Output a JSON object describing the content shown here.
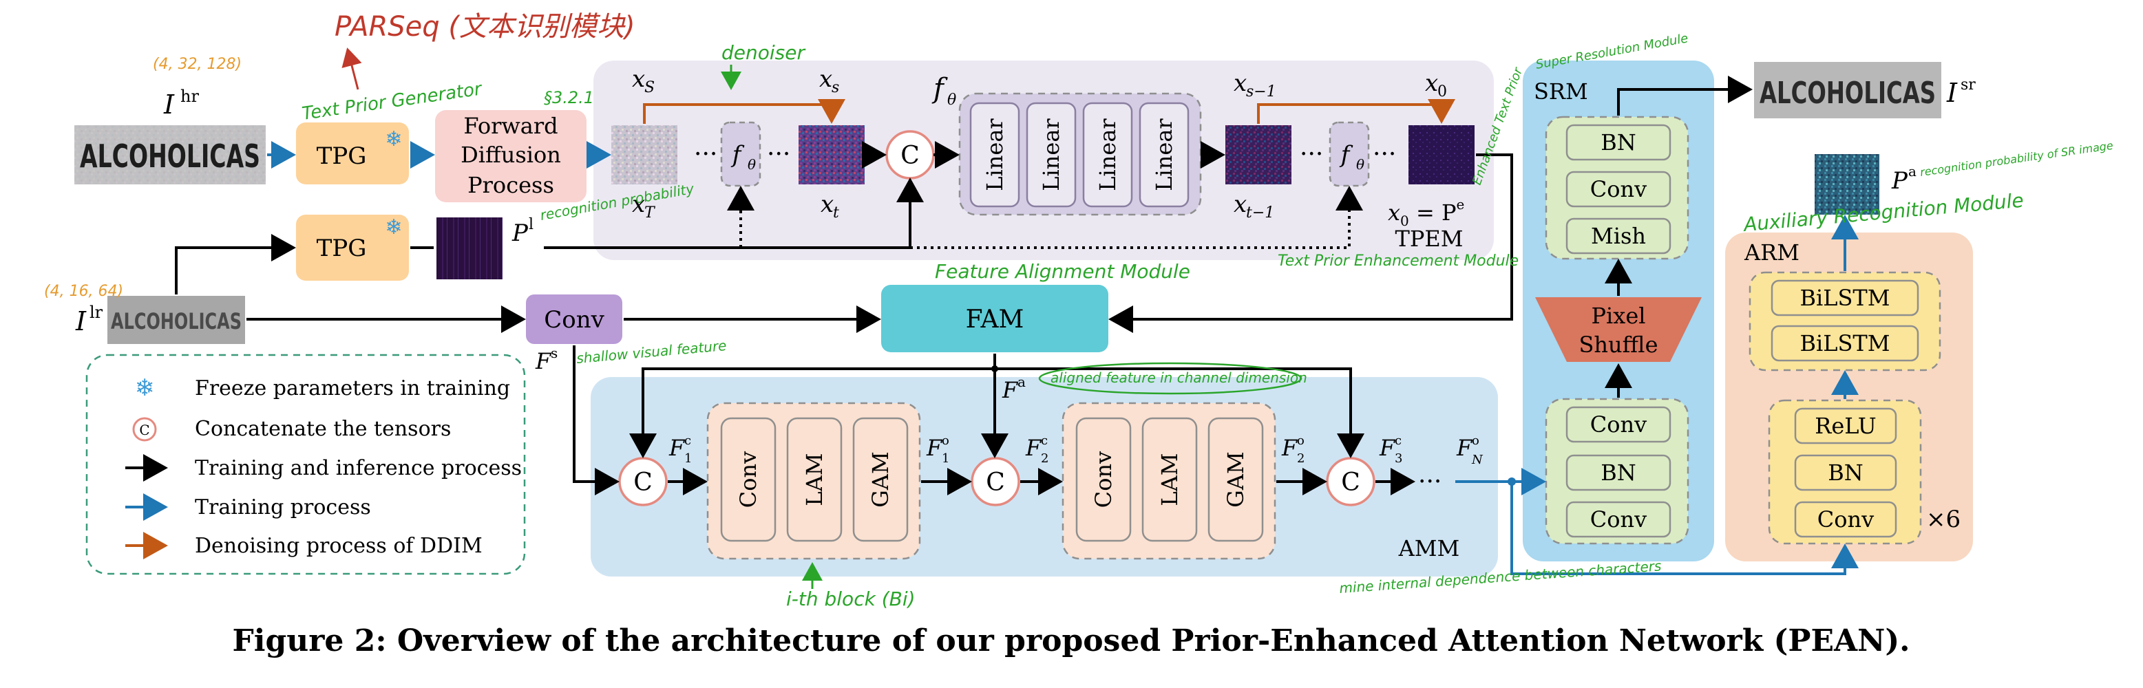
{
  "caption": "Figure 2: Overview of the architecture of our proposed Prior-Enhanced Attention Network (PEAN).",
  "inputs": {
    "hr_label": "I",
    "hr_sup": "hr",
    "lr_label": "I",
    "lr_sup": "lr",
    "hr_word": "ALCOHOLICAS",
    "lr_word": "ALCOHOLICAS",
    "sr_label": "I",
    "sr_sup": "sr",
    "sr_word": "ALCOHOLICAS"
  },
  "tpg": {
    "label": "TPG",
    "freeze_icon": "snowflake-icon"
  },
  "forward_diffusion": {
    "line1": "Forward",
    "line2": "Diffusion",
    "line3": "Process"
  },
  "tpem": {
    "label": "TPEM",
    "f_theta": "f",
    "f_theta_sub": "θ",
    "linear": [
      "Linear",
      "Linear",
      "Linear",
      "Linear"
    ],
    "x_S": "x",
    "x_S_sub": "S",
    "x_s": "x",
    "x_s_sub": "s",
    "x_T": "x",
    "x_T_sub": "T",
    "x_t": "x",
    "x_t_sub": "t",
    "x_s1": "x",
    "x_s1_sub": "s−1",
    "x_t1": "x",
    "x_t1_sub": "t−1",
    "x_0": "x",
    "x_0_sub": "0",
    "x_0_eq": "x",
    "x_0_eq_rest": " = P",
    "x_0_eq_sup": "e",
    "ellipsis": "···",
    "concat": "C"
  },
  "prior": {
    "label": "P",
    "sup": "l"
  },
  "conv_label": "Conv",
  "fam_label": "FAM",
  "features": {
    "Fs": "F",
    "Fs_sup": "s",
    "Fa": "F",
    "Fa_sup": "a",
    "F1c": "F",
    "F1c_sub": "1",
    "F1c_sup": "c",
    "F1o": "F",
    "F1o_sub": "1",
    "F1o_sup": "o",
    "F2c": "F",
    "F2c_sub": "2",
    "F2c_sup": "c",
    "F2o": "F",
    "F2o_sub": "2",
    "F2o_sup": "o",
    "F3c": "F",
    "F3c_sub": "3",
    "F3c_sup": "c",
    "FNo": "F",
    "FNo_sub": "N",
    "FNo_sup": "o"
  },
  "amm": {
    "label": "AMM",
    "block": [
      "Conv",
      "LAM",
      "GAM"
    ]
  },
  "srm": {
    "label": "SRM",
    "top_block": [
      "BN",
      "Conv",
      "Mish"
    ],
    "pixel_shuffle_1": "Pixel",
    "pixel_shuffle_2": "Shuffle",
    "bottom_block": [
      "Conv",
      "BN",
      "Conv"
    ]
  },
  "arm": {
    "label": "ARM",
    "top_block": [
      "BiLSTM",
      "BiLSTM"
    ],
    "bottom_block": [
      "ReLU",
      "BN",
      "Conv"
    ],
    "repeat": "×6",
    "pa_label": "P",
    "pa_sup": "a"
  },
  "legend": [
    {
      "icon": "snowflake-icon",
      "text": "Freeze parameters in training"
    },
    {
      "icon": "concat-icon",
      "text": "Concatenate the tensors"
    },
    {
      "icon": "black-arrow-icon",
      "text": "Training and inference process",
      "color": "#000000"
    },
    {
      "icon": "blue-arrow-icon",
      "text": "Training process",
      "color": "#1f77b4"
    },
    {
      "icon": "orange-arrow-icon",
      "text": "Denoising process of DDIM",
      "color": "#c25a16"
    }
  ],
  "annotations": {
    "parseq": "PARSeq (文本识别模块)",
    "text_prior_generator": "Text Prior Generator",
    "hr_shape": "(4, 32, 128)",
    "lr_shape": "(4, 16, 64)",
    "section": "§3.2.1",
    "denoiser": "denoiser",
    "recognition_probability": "recognition probability",
    "enhanced_text_prior": "Enhanced Text Prior",
    "tpem_name": "Text Prior Enhancement Module",
    "srm_name": "Super Resolution Module",
    "arm_name": "Auxiliary Recognition Module",
    "pa_note": "recognition probability of SR image",
    "fam_name": "Feature Alignment Module",
    "shallow": "shallow visual feature",
    "aligned": "aligned feature in channel dimension",
    "block_note": "i-th block (Bi)",
    "mine": "mine internal dependence between characters"
  },
  "colors": {
    "tpg": "#fdd39a",
    "forward": "#f8d3d0",
    "tpem_bg": "#ece8f2",
    "fthetas": "#d4cde4",
    "conv_purple": "#b99bd6",
    "fam": "#5fcbd6",
    "amm_bg": "#cfe4f3",
    "amm_block": "#fbe1d1",
    "srm_bg": "#a9d8f0",
    "srm_block": "#dbecc4",
    "pixel_shuffle": "#d9765e",
    "arm_bg": "#f8d8c2",
    "arm_block": "#fbe59a",
    "green_hand": "#2aa52a",
    "red_hand": "#c0392b",
    "orange_hand": "#e69b2f",
    "blue_arrow": "#1f77b4",
    "orange_arrow": "#c25a16"
  }
}
